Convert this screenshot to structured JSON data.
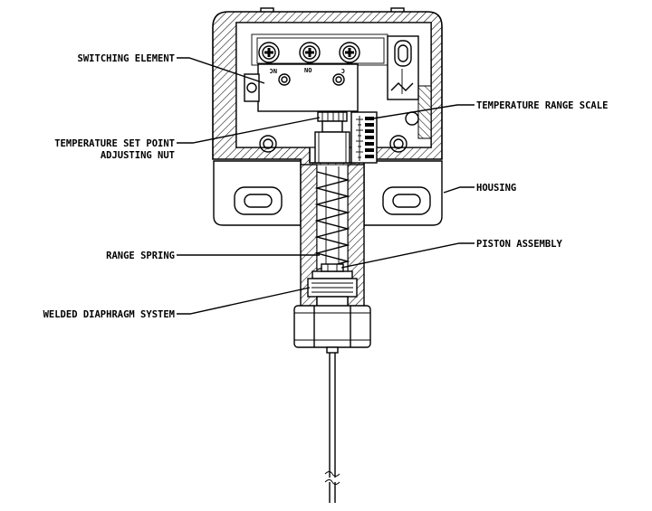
{
  "labels": {
    "switching_element": "SWITCHING ELEMENT",
    "temperature_range_scale": "TEMPERATURE RANGE SCALE",
    "set_point_line1": "TEMPERATURE SET POINT",
    "set_point_line2": "ADJUSTING NUT",
    "housing": "HOUSING",
    "range_spring": "RANGE SPRING",
    "piston_assembly": "PISTON ASSEMBLY",
    "welded_diaphragm_system": "WELDED DIAPHRAGM SYSTEM"
  },
  "switch_markings": {
    "nc": "NC",
    "no": "NO",
    "c": "C"
  }
}
